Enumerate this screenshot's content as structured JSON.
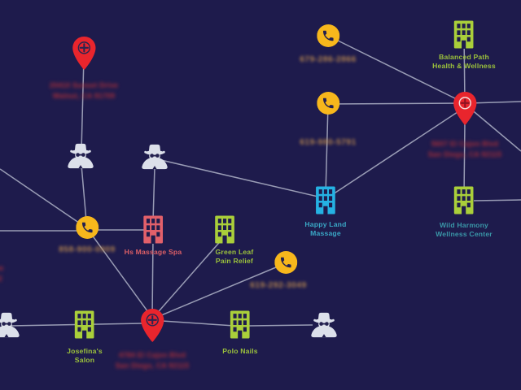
{
  "app": {
    "type": "link-analysis-graph",
    "background": "#1e1b4c"
  },
  "palette": {
    "pin_red": "#e9252d",
    "phone_yellow": "#f7b71c",
    "building_green": "#aacf3a",
    "building_blue": "#25b2e3",
    "building_red": "#e2606a",
    "label_green": "#9cc23c",
    "label_cyan": "#3aa8c6",
    "label_teal": "#3a97a8",
    "label_red": "#dd5f66",
    "edge_line": "#c3c8d8",
    "blur_number_color": "#b8874f",
    "blur_address_color": "#ad2f38",
    "spy_gray": "#dce0ea"
  },
  "nodes": {
    "pin_walnut": {
      "type": "location-pin",
      "label": "20410 Sunset Drive\nWalnut, CA 91709",
      "blurred": true
    },
    "phone_679": {
      "type": "phone",
      "label": "679-286-2866",
      "blurred": true
    },
    "balanced_path": {
      "type": "business",
      "label": "Balanced Path\nHealth & Wellness"
    },
    "phone_619_980": {
      "type": "phone",
      "label": "619-980-5791",
      "blurred": true
    },
    "pin_cajon_5607": {
      "type": "location-pin",
      "label": "5607 El Cajon Blvd\nSan Diego, CA 92115",
      "blurred": true
    },
    "spy_1": {
      "type": "unknown-person"
    },
    "spy_2": {
      "type": "unknown-person"
    },
    "happy_land": {
      "type": "business",
      "label": "Happy Land\nMassage"
    },
    "wild_harmony": {
      "type": "business",
      "label": "Wild Harmony\nWellness Center"
    },
    "phone_858": {
      "type": "phone",
      "label": "858-900-0909",
      "blurred": true
    },
    "hs_massage": {
      "type": "business",
      "label": "Hs Massage Spa"
    },
    "green_leaf": {
      "type": "business",
      "label": "Green Leaf\nPain Relief"
    },
    "phone_619_292": {
      "type": "phone",
      "label": "619-292-3049",
      "blurred": true
    },
    "pin_cajon_4784": {
      "type": "location-pin",
      "label": "4784 El Cajon Blvd\nSan Diego, CA 92115",
      "blurred": true
    },
    "josefinas": {
      "type": "business",
      "label": "Josefina's\nSalon"
    },
    "polo_nails": {
      "type": "business",
      "label": "Polo Nails"
    },
    "spy_3": {
      "type": "unknown-person"
    },
    "spy_4": {
      "type": "unknown-person"
    },
    "offscreen_fragment": {
      "type": "address-fragment",
      "label": "10 Ave\nCA 92",
      "blurred": true
    }
  }
}
